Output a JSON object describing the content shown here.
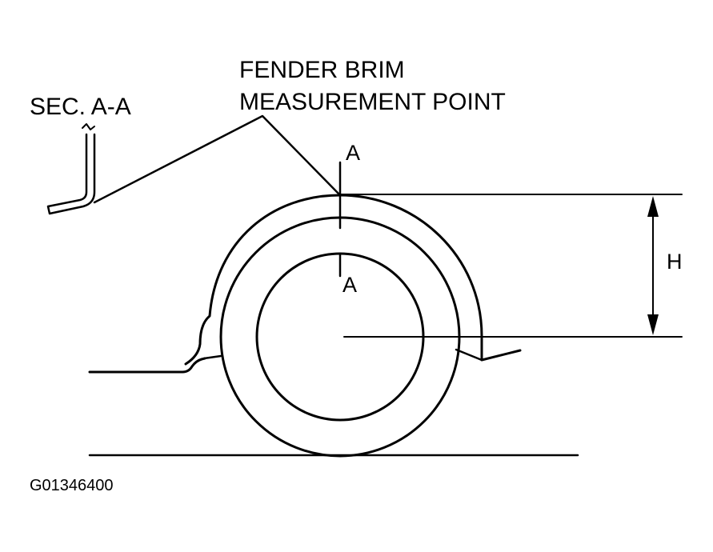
{
  "labels": {
    "fender_brim_line1": "FENDER BRIM",
    "fender_brim_line2": "MEASUREMENT POINT",
    "section": "SEC. A-A",
    "section_mark_top": "A",
    "section_mark_bottom": "A",
    "height_dim": "H",
    "figure_code": "G01346400"
  },
  "colors": {
    "line": "#000000",
    "background": "#ffffff"
  }
}
